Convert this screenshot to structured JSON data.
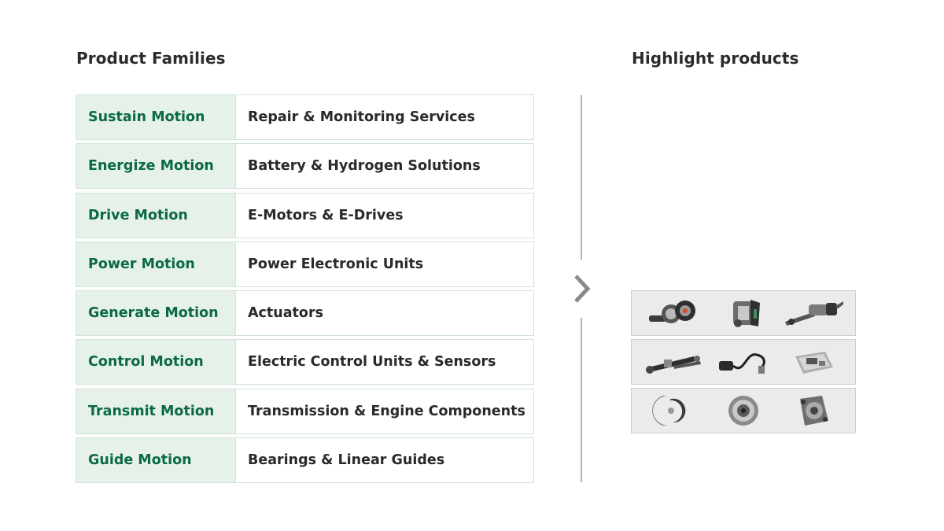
{
  "headings": {
    "product_families": "Product Families",
    "highlight_products": "Highlight products"
  },
  "families": [
    {
      "name": "Sustain Motion",
      "description": "Repair & Monitoring Services"
    },
    {
      "name": "Energize Motion",
      "description": "Battery & Hydrogen Solutions"
    },
    {
      "name": "Drive Motion",
      "description": "E-Motors & E-Drives"
    },
    {
      "name": "Power Motion",
      "description": "Power Electronic Units"
    },
    {
      "name": "Generate Motion",
      "description": "Actuators"
    },
    {
      "name": "Control Motion",
      "description": "Electric Control Units & Sensors"
    },
    {
      "name": "Transmit Motion",
      "description": "Transmission & Engine Components"
    },
    {
      "name": "Guide Motion",
      "description": "Bearings & Linear Guides"
    }
  ],
  "colors": {
    "family_name_text": "#0b6a45",
    "family_name_bg": "#e6f1e9",
    "border": "#cfe5d7",
    "divider": "#b3b3b3",
    "product_bg": "#ebebeb"
  },
  "highlight_products": [
    [
      "e-motor-icon",
      "e-drive-unit-icon",
      "steering-actuator-icon"
    ],
    [
      "linear-actuator-icon",
      "sensor-cable-icon",
      "control-unit-icon"
    ],
    [
      "transmission-clutch-icon",
      "bearing-hub-icon",
      "wheel-bearing-icon"
    ]
  ]
}
